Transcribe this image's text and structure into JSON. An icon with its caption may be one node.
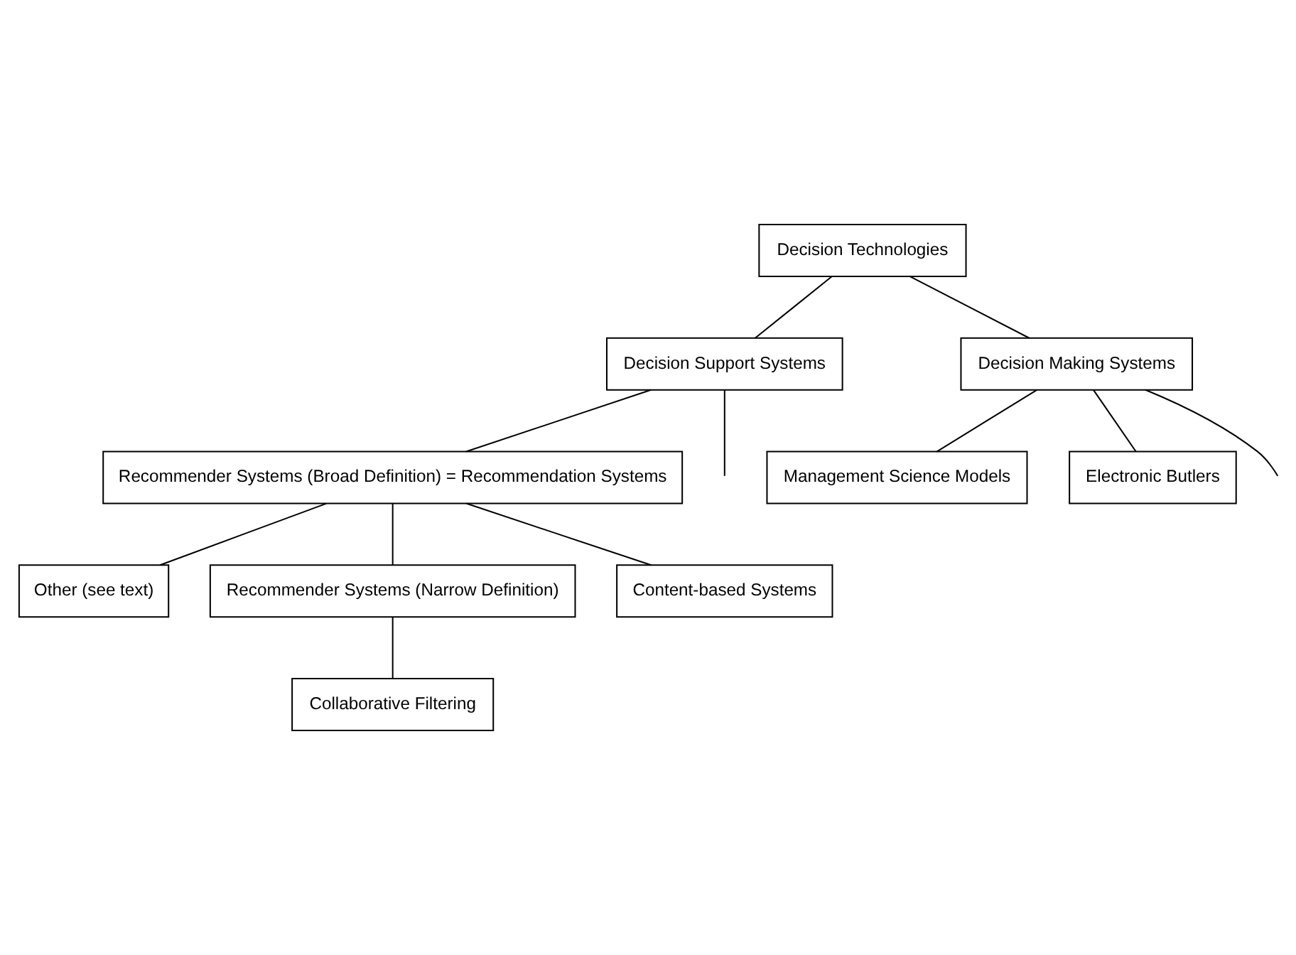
{
  "diagram": {
    "nodes": [
      {
        "text": [
          "Decision Technologies"
        ]
      },
      {
        "text": [
          "Decision Support Systems"
        ]
      },
      {
        "text": [
          "Decision Making Systems"
        ]
      },
      {
        "text": [
          "Recommender Systems (Broad Definition) = Recommendation Systems"
        ]
      },
      {
        "text": [
          "Management Science Models"
        ]
      },
      {
        "text": [
          "Electronic Butlers"
        ]
      },
      {
        "text": [
          "Other (see text)"
        ]
      },
      {
        "text": [
          "Recommender Systems (Narrow Definition)"
        ]
      },
      {
        "text": [
          "Content-based Systems"
        ]
      },
      {
        "text": [
          "Collaborative Filtering"
        ]
      }
    ],
    "edges": [
      {
        "from": 0,
        "to": 1,
        "arrow": "none"
      },
      {
        "from": 0,
        "to": 2,
        "arrow": "none"
      },
      {
        "from": 1,
        "to": null,
        "arrow": "none"
      },
      {
        "from": 1,
        "to": 3,
        "arrow": "none"
      },
      {
        "from": 2,
        "to": 4,
        "arrow": "none"
      },
      {
        "from": 2,
        "to": 5,
        "arrow": "none"
      },
      {
        "from": 2,
        "to": null,
        "arrow": "none"
      },
      {
        "from": 3,
        "to": 6,
        "arrow": "none"
      },
      {
        "from": 3,
        "to": 7,
        "arrow": "none"
      },
      {
        "from": 3,
        "to": 8,
        "arrow": "none"
      },
      {
        "from": 7,
        "to": 9,
        "arrow": "none"
      }
    ]
  }
}
